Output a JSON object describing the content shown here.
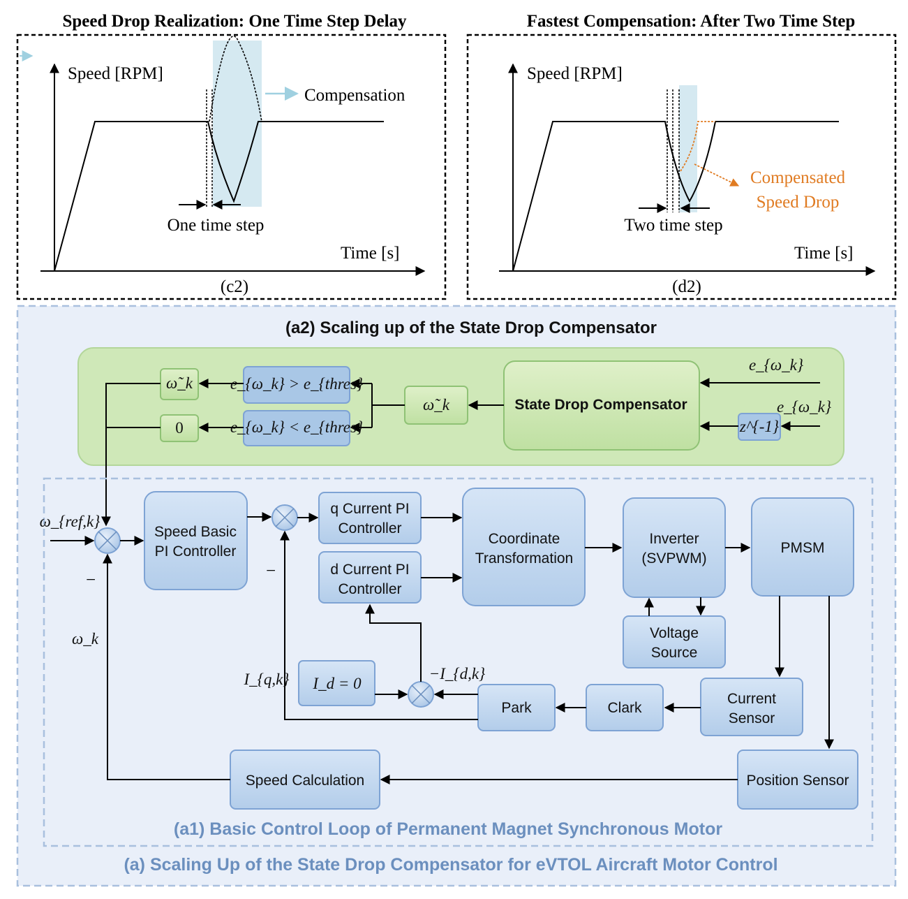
{
  "panel_c2": {
    "title": "Speed Drop Realization: One Time Step Delay",
    "ylabel": "Speed [RPM]",
    "xlabel": "Time [s]",
    "annotation": "Compensation",
    "step_label": "One time step",
    "caption": "(c2)"
  },
  "panel_d2": {
    "title": "Fastest Compensation: After Two Time Step",
    "ylabel": "Speed [RPM]",
    "xlabel": "Time [s]",
    "annotation_line1": "Compensated",
    "annotation_line2": "Speed Drop",
    "step_label": "Two time step",
    "caption": "(d2)",
    "accent_color": "#e07b22"
  },
  "a2": {
    "title": "(a2) Scaling up of the State Drop Compensator",
    "compensator": "State Drop Compensator",
    "delay_block": "z^{-1}",
    "input_label_top": "e_{ω_k}",
    "input_label_bottom": "e_{ω_k}",
    "compensated_output": "ω̃_k",
    "cond_greater": "e_{ω_k} > e_{thres}",
    "cond_less": "e_{ω_k} < e_{thres}",
    "out_greater": "ω̃_k",
    "out_less": "0"
  },
  "a1": {
    "title": "(a1) Basic Control Loop of Permanent Magnet Synchronous Motor",
    "speed_pi_line1": "Speed Basic",
    "speed_pi_line2": "PI Controller",
    "q_pi_line1": "q Current PI",
    "q_pi_line2": "Controller",
    "d_pi_line1": "d Current PI",
    "d_pi_line2": "Controller",
    "coord_line1": "Coordinate",
    "coord_line2": "Transformation",
    "inverter_line1": "Inverter",
    "inverter_line2": "(SVPWM)",
    "pmsm": "PMSM",
    "voltage_line1": "Voltage",
    "voltage_line2": "Source",
    "current_sensor_line1": "Current",
    "current_sensor_line2": "Sensor",
    "clark": "Clark",
    "park": "Park",
    "position_sensor": "Position Sensor",
    "speed_calc": "Speed Calculation",
    "id_zero": "I_d = 0",
    "omega_ref": "ω_{ref,k}",
    "omega_k": "ω_k",
    "iq_k": "I_{q,k}",
    "neg_id": "−I_{d,k}",
    "minus_sign": "−"
  },
  "caption": "(a) Scaling Up of the State Drop Compensator for eVTOL Aircraft Motor Control",
  "colors": {
    "outer_bg": "#e9eff9",
    "outer_border": "#a9c0de",
    "green_bg": "#cfe8b8",
    "block_blue": "#bcd4ee",
    "caption_blue": "#6b8fbe",
    "shade": "#d5e9f1"
  }
}
